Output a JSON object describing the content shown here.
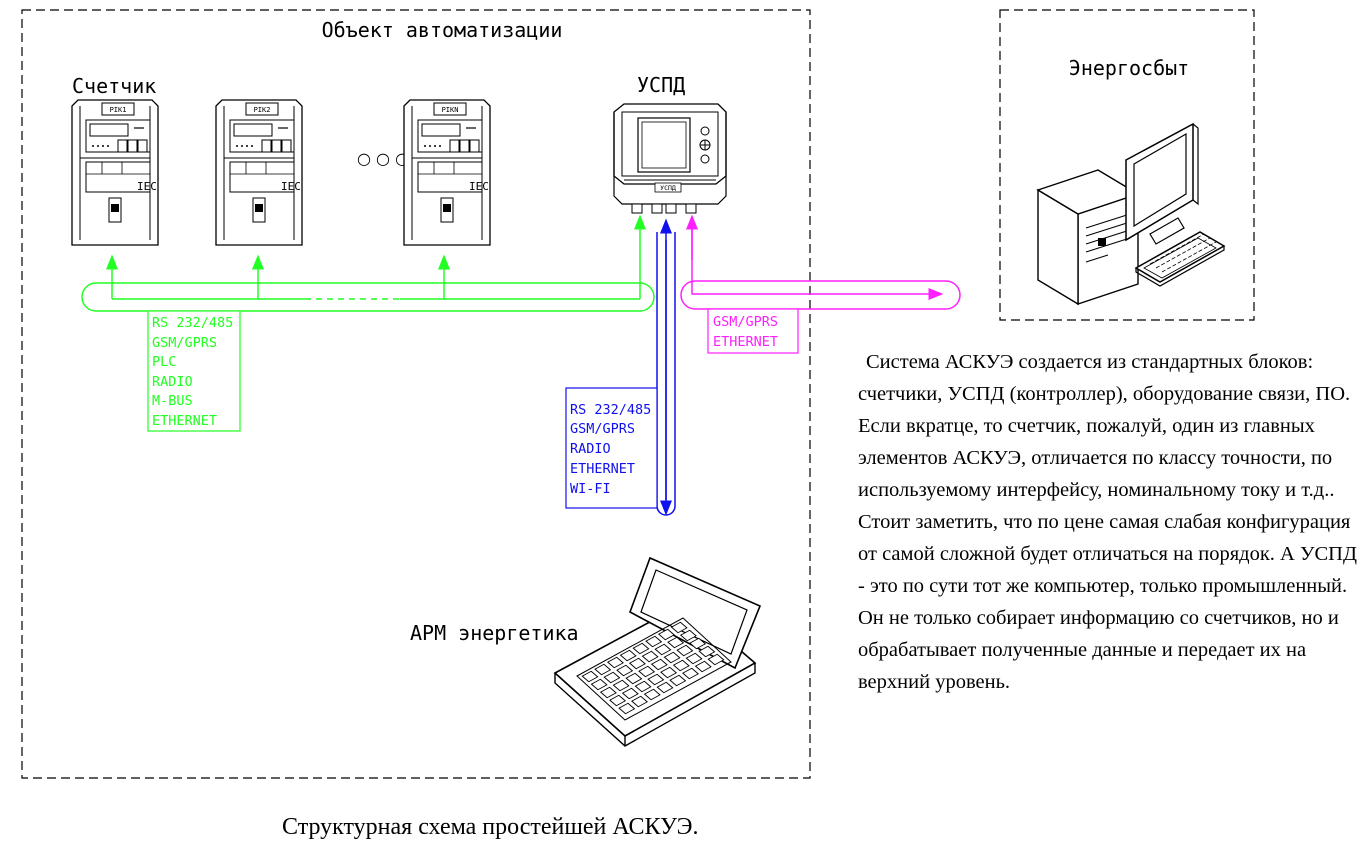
{
  "colors": {
    "green": "#22ff22",
    "blue": "#1010ee",
    "magenta": "#ff20ff",
    "line": "#000000"
  },
  "zone_object_title": "Объект автоматизации",
  "zone_energosbyt_title": "Энергосбыт",
  "meter_group_label": "Счетчик",
  "meters": [
    {
      "tag": "PIK1",
      "iface": "IEC"
    },
    {
      "tag": "PIK2",
      "iface": "IEC"
    },
    {
      "tag": "PIKN",
      "iface": "IEC"
    }
  ],
  "ellipsis": "○ ○ ○",
  "uspd_label": "УСПД",
  "uspd_tag": "УСПД",
  "workstation_label": "АРМ энергетика",
  "links": {
    "meters_bus": [
      "RS 232/485",
      "GSM/GPRS",
      "PLC",
      "RADIO",
      "M-BUS",
      "ETHERNET"
    ],
    "workstation": [
      "RS 232/485",
      "GSM/GPRS",
      "RADIO",
      "ETHERNET",
      "WI-FI"
    ],
    "energosbyt": [
      "GSM/GPRS",
      "ETHERNET"
    ]
  },
  "description": "Система АСКУЭ создается из стандартных блоков: счетчики, УСПД (контроллер), оборудование связи, ПО.  Если вкратце, то счетчик, пожалуй, один из главных элементов АСКУЭ, отличается по классу точности, по используемому интерфейсу, номинальному току и т.д.. Стоит заметить, что по цене самая слабая конфигурация от самой сложной будет отличаться на порядок. А УСПД - это по сути тот же компьютер, только промышленный. Он не только собирает информацию со счетчиков, но и обрабатывает полученные данные и передает их на верхний уровень.",
  "caption": "Структурная схема простейшей АСКУЭ."
}
